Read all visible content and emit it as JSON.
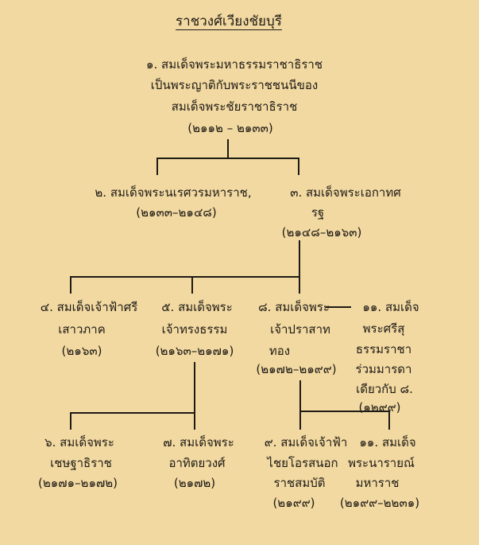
{
  "title": "ราชวงศ์เวียงชัยบุรี",
  "nodes": {
    "n1": {
      "lines": [
        "๑. สมเด็จพระมหาธรรมราชาธิราช",
        "เป็นพระญาติกับพระราชชนนีของ",
        "สมเด็จพระชัยราชาธิราช",
        "(๒๑๑๒ – ๒๑๓๓)"
      ]
    },
    "n2": {
      "lines": [
        "๒. สมเด็จพระนเรศวรมหาราช,",
        "(๒๑๓๓–๒๑๔๘)"
      ]
    },
    "n3": {
      "lines": [
        "๓. สมเด็จพระเอกาทศ",
        "รฐ",
        "(๒๑๔๘–๒๑๖๓)"
      ]
    },
    "n4": {
      "lines": [
        "๔. สมเด็จเจ้าฟ้าศรี",
        "เสาวภาค",
        "(๒๑๖๓)"
      ]
    },
    "n5": {
      "lines": [
        "๕. สมเด็จพระ",
        "เจ้าทรงธรรม",
        "(๒๑๖๓–๒๑๗๑)"
      ]
    },
    "n8": {
      "lines": [
        "๘. สมเด็จพระ",
        "เจ้าปราสาท",
        "ทอง",
        "(๒๑๗๒–๒๑๙๙)"
      ]
    },
    "n11a": {
      "lines": [
        "๑๑. สมเด็จ",
        "พระศรีสุ",
        "ธรรมราชา",
        "ร่วมมารดา",
        "เดียวกับ ๘.",
        "(๑๒๙๙)"
      ]
    },
    "n6": {
      "lines": [
        "๖. สมเด็จพระ",
        "เชษฐาธิราช",
        "(๒๑๗๑–๒๑๗๒)"
      ]
    },
    "n7": {
      "lines": [
        "๗. สมเด็จพระ",
        "อาทิตยวงศ์",
        "(๒๑๗๒)"
      ]
    },
    "n9": {
      "lines": [
        "๙. สมเด็จเจ้าฟ้า",
        "ไชยโอรสนอก",
        "ราชสมบัติ",
        "(๒๑๙๙)"
      ]
    },
    "n11b": {
      "lines": [
        "๑๑. สมเด็จ",
        "พระนารายณ์",
        "มหาราช",
        "(๒๑๙๙–๒๒๓๑)"
      ]
    }
  }
}
